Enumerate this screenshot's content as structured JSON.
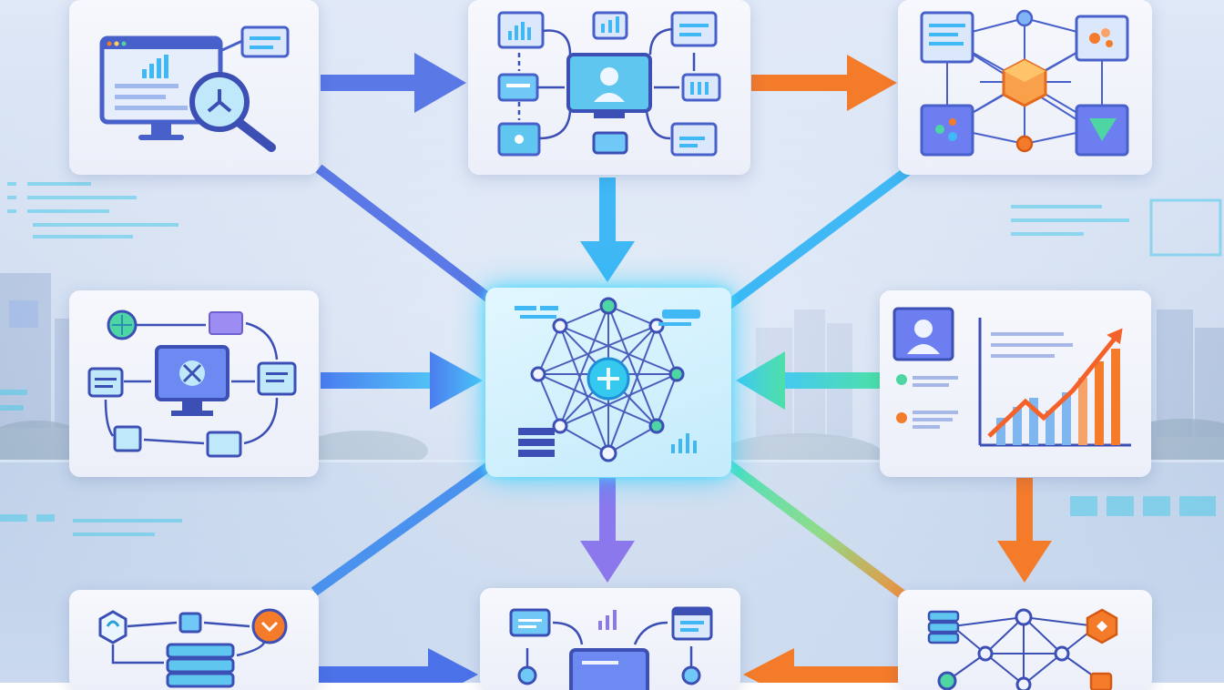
{
  "colors": {
    "blue": "#4f6ee8",
    "cyan": "#3fb8f5",
    "orange": "#f47b2a",
    "violet": "#8b78ec",
    "green": "#4dd6a3",
    "hub_glow": "#00c8ff"
  },
  "nodes": [
    {
      "id": "analysis",
      "icon": "monitor-magnifier-icon"
    },
    {
      "id": "user-workflow",
      "icon": "user-workflow-icon"
    },
    {
      "id": "network-cube",
      "icon": "network-cube-icon"
    },
    {
      "id": "process-flow",
      "icon": "process-flow-icon"
    },
    {
      "id": "central-hub",
      "icon": "neural-network-hub-icon"
    },
    {
      "id": "growth-chart",
      "icon": "growth-chart-icon"
    },
    {
      "id": "data-pipeline",
      "icon": "database-pipeline-icon"
    },
    {
      "id": "output-flow",
      "icon": "output-flow-icon"
    },
    {
      "id": "node-network",
      "icon": "node-network-icon"
    }
  ],
  "edges": [
    {
      "from": "analysis",
      "to": "user-workflow",
      "color": "blue"
    },
    {
      "from": "user-workflow",
      "to": "network-cube",
      "color": "orange"
    },
    {
      "from": "analysis",
      "to": "central-hub",
      "color": "blue"
    },
    {
      "from": "user-workflow",
      "to": "central-hub",
      "color": "cyan"
    },
    {
      "from": "network-cube",
      "to": "central-hub",
      "color": "cyan"
    },
    {
      "from": "process-flow",
      "to": "central-hub",
      "color": "cyan"
    },
    {
      "from": "growth-chart",
      "to": "central-hub",
      "color": "green"
    },
    {
      "from": "growth-chart",
      "to": "node-network",
      "color": "orange"
    },
    {
      "from": "central-hub",
      "to": "output-flow",
      "color": "violet"
    },
    {
      "from": "central-hub",
      "to": "data-pipeline",
      "color": "cyan"
    },
    {
      "from": "central-hub",
      "to": "node-network",
      "color": "green"
    },
    {
      "from": "data-pipeline",
      "to": "output-flow",
      "color": "blue"
    },
    {
      "from": "node-network",
      "to": "output-flow",
      "color": "orange"
    }
  ]
}
